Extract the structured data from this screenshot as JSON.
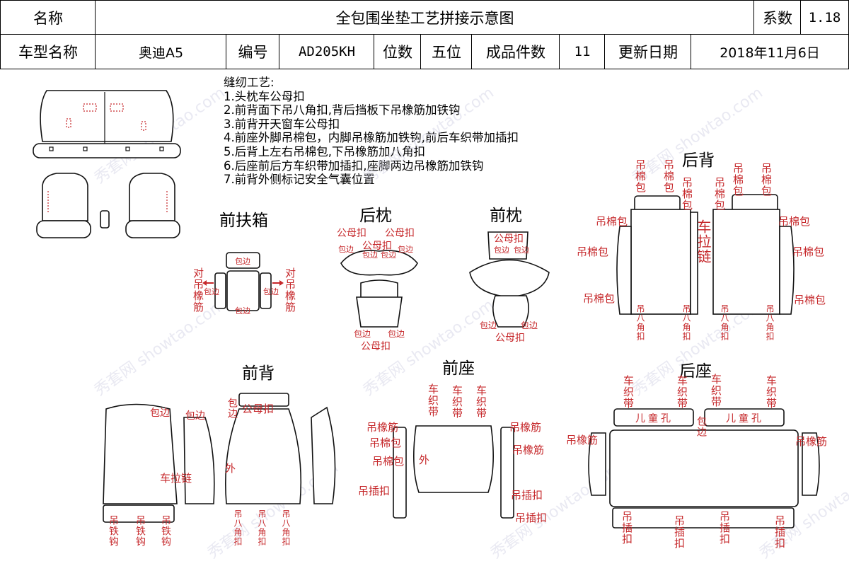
{
  "header": {
    "name_label": "名称",
    "title": "全包围坐垫工艺拼接示意图",
    "coef_label": "系数",
    "coef_value": "1.18",
    "model_label": "车型名称",
    "model_value": "奥迪A5",
    "code_label": "编号",
    "code_value": "AD205KH",
    "seats_label": "位数",
    "seats_value": "五位",
    "pieces_label": "成品件数",
    "pieces_value": "11",
    "date_label": "更新日期",
    "date_value": "2018年11月6日"
  },
  "notes": {
    "title": "缝纫工艺:",
    "items": [
      "1.头枕车公母扣",
      "2.前背面下吊八角扣,背后挡板下吊橡筋加铁钩",
      "3.前背开天窗车公母扣",
      "4.前座外脚吊棉包，内脚吊橡筋加铁钩,前后车织带加插扣",
      "5.后背上左右吊棉包,下吊橡筋加八角扣",
      "6.后座前后方车织带加插扣,座脚两边吊橡筋加铁钩",
      "7.前背外侧标记安全气囊位置"
    ]
  },
  "sections": {
    "front_armrest": "前扶箱",
    "rear_headrest": "后枕",
    "front_headrest": "前枕",
    "rear_back": "后背",
    "front_back": "前背",
    "front_seat": "前座",
    "rear_seat": "后座"
  },
  "labels": {
    "baobian": "包边",
    "dui_diao_xiangjin": "对吊橡筋",
    "gongmukou": "公母扣",
    "diao_mianbao": "吊棉包",
    "che_lalian": "车拉链",
    "diao_bajiaokou": "吊八角扣",
    "diao_tiegou": "吊铁钩",
    "che_zhidai": "车织带",
    "diao_xiangjin": "吊橡筋",
    "diao_chakou": "吊插扣",
    "wai": "外",
    "ertongkou": "儿童孔"
  },
  "watermark": "秀套网 showtao.com",
  "colors": {
    "annotation": "#c6282b",
    "outline": "#111111"
  }
}
